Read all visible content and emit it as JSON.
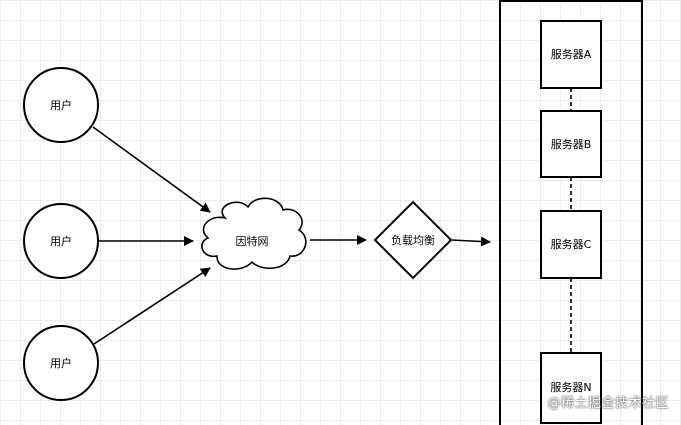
{
  "diagram": {
    "users": [
      {
        "label": "用户"
      },
      {
        "label": "用户"
      },
      {
        "label": "用户"
      }
    ],
    "internet": {
      "label": "因特网"
    },
    "load_balancer": {
      "label": "负载均衡"
    },
    "servers": [
      {
        "label": "服务器A"
      },
      {
        "label": "服务器B"
      },
      {
        "label": "服务器C"
      },
      {
        "label": "服务器N"
      }
    ]
  },
  "watermark": {
    "text": "@稀土掘金技术社区"
  }
}
